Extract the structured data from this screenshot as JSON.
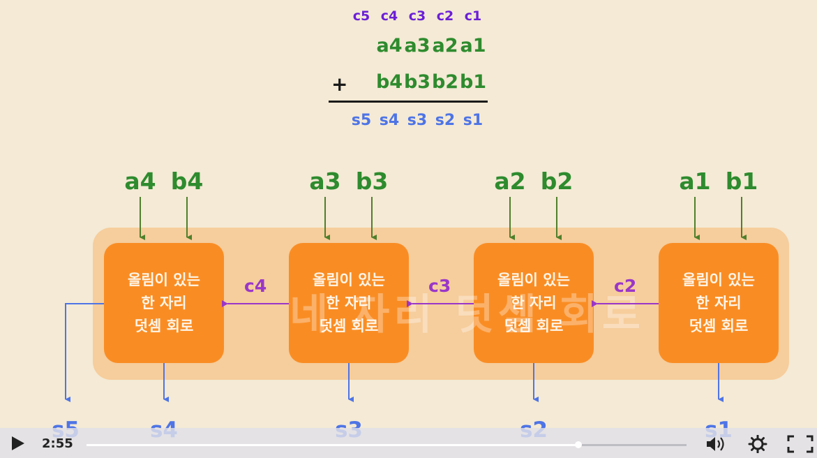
{
  "equation": {
    "carries": [
      "c5",
      "c4",
      "c3",
      "c2",
      "c1"
    ],
    "a_row": [
      "a4",
      "a3",
      "a2",
      "a1"
    ],
    "b_row": [
      "b4",
      "b3",
      "b2",
      "b1"
    ],
    "plus": "+",
    "sums": [
      "s5",
      "s4",
      "s3",
      "s2",
      "s1"
    ]
  },
  "circuit": {
    "inputs": [
      {
        "a": "a4",
        "b": "b4"
      },
      {
        "a": "a3",
        "b": "b3"
      },
      {
        "a": "a2",
        "b": "b2"
      },
      {
        "a": "a1",
        "b": "b1"
      }
    ],
    "adders": [
      {
        "line1": "올림이 있는",
        "line2": "한 자리",
        "line3": "덧셈 회로"
      },
      {
        "line1": "올림이 있는",
        "line2": "한 자리",
        "line3": "덧셈 회로"
      },
      {
        "line1": "올림이 있는",
        "line2": "한 자리",
        "line3": "덧셈 회로"
      },
      {
        "line1": "올림이 있는",
        "line2": "한 자리",
        "line3": "덧셈 회로"
      }
    ],
    "carry_labels": [
      "c4",
      "c3",
      "c2"
    ],
    "outputs": [
      "s5",
      "s4",
      "s3",
      "s2",
      "s1"
    ],
    "watermark": "네 자리 덧셈 회로"
  },
  "player": {
    "time": "2:55",
    "progress": 0.82,
    "icons": [
      "play-icon",
      "volume-icon",
      "settings-icon",
      "fullscreen-icon"
    ]
  },
  "colors": {
    "background": "#f4ead5",
    "adder": "#f98d24",
    "band": "#f6cd9c",
    "input_green": "#2e8b2e",
    "sum_blue": "#4e74e6",
    "carry_purple": "#9a36c9"
  }
}
